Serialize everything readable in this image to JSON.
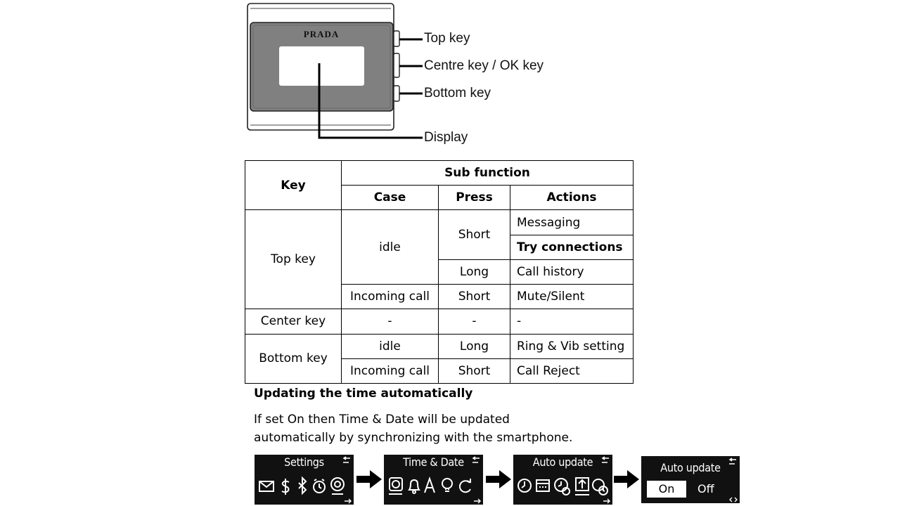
{
  "diagram": {
    "brand": "PRADA",
    "callouts": {
      "top_key": "Top key",
      "centre_key": "Centre key / OK key",
      "bottom_key": "Bottom key",
      "display": "Display"
    }
  },
  "table": {
    "header": {
      "key": "Key",
      "sub_function": "Sub function",
      "case": "Case",
      "press": "Press",
      "actions": "Actions"
    },
    "top_key": {
      "key": "Top key",
      "case_idle": "idle",
      "press_short": "Short",
      "action_messaging": "Messaging",
      "action_try": "Try connections",
      "press_long": "Long",
      "action_call_history": "Call history",
      "case_incoming": "Incoming call",
      "press_incoming": "Short",
      "action_mute": "Mute/Silent"
    },
    "center_key": {
      "key": "Center key",
      "case": "-",
      "press": "-",
      "action": "-"
    },
    "bottom_key": {
      "key": "Bottom key",
      "case_idle": "idle",
      "press_long": "Long",
      "action_ring": "Ring & Vib setting",
      "case_incoming": "Incoming call",
      "press_short": "Short",
      "action_reject": "Call Reject"
    }
  },
  "section": {
    "heading": "Updating the time automatically",
    "paragraph_line1": "If set On then Time & Date will be updated",
    "paragraph_line2": "automatically by synchronizing with the smartphone."
  },
  "screens": {
    "settings": {
      "title": "Settings",
      "icons": [
        "envelope-icon",
        "dollar-icon",
        "bluetooth-icon",
        "alarm-clock-icon",
        "flower-icon"
      ]
    },
    "time_date": {
      "title": "Time & Date",
      "icons": [
        "clock-sync-icon",
        "bell-icon",
        "font-a-icon",
        "bulb-icon",
        "refresh-icon"
      ]
    },
    "auto_update": {
      "title": "Auto update",
      "icons": [
        "clock-icon",
        "calendar-icon",
        "gear-clock-icon",
        "upload-icon",
        "timezone-icon"
      ]
    },
    "auto_update_toggle": {
      "title": "Auto update",
      "on_label": "On",
      "off_label": "Off",
      "selected": "On"
    }
  },
  "colors": {
    "screen_bg": "#111111",
    "watch_face": "#808080",
    "watch_display": "#ffffff"
  }
}
